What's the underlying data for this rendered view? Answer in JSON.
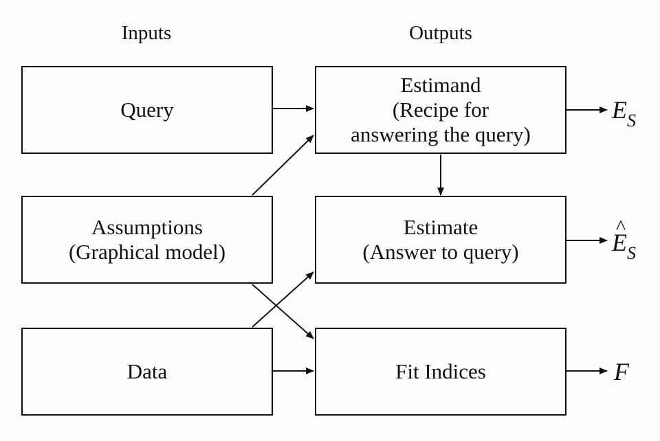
{
  "headers": {
    "inputs": "Inputs",
    "outputs": "Outputs"
  },
  "boxes": {
    "query": {
      "line1": "Query"
    },
    "assumptions": {
      "line1": "Assumptions",
      "line2": "(Graphical model)"
    },
    "data": {
      "line1": "Data"
    },
    "estimand": {
      "line1": "Estimand",
      "line2": "(Recipe for",
      "line3": "answering the query)"
    },
    "estimate": {
      "line1": "Estimate",
      "line2": "(Answer to query)"
    },
    "fit_indices": {
      "line1": "Fit Indices"
    }
  },
  "outputs": {
    "es": {
      "symbol": "E",
      "subscript": "S"
    },
    "es_hat": {
      "symbol": "E",
      "subscript": "S",
      "hat": "^"
    },
    "f": {
      "symbol": "F"
    }
  },
  "colors": {
    "line": "#111111",
    "background": "#fdfdfd"
  }
}
